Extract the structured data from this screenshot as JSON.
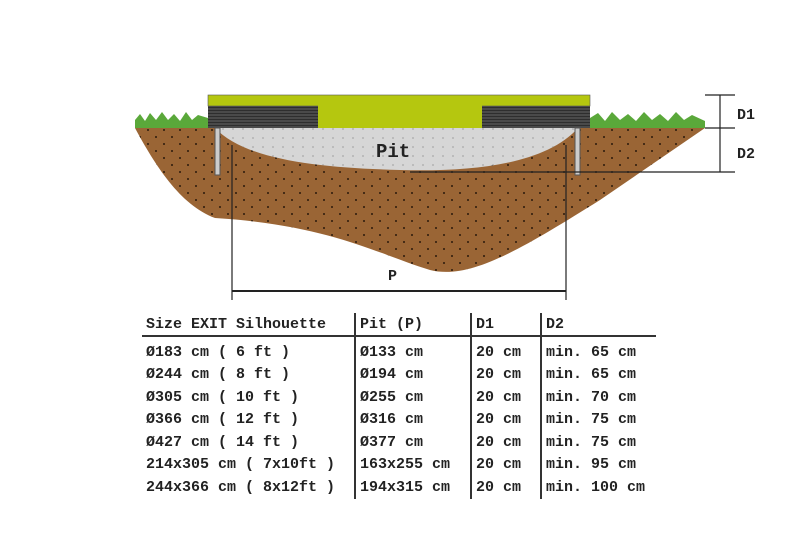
{
  "diagram": {
    "pit_label": "Pit",
    "p_label": "P",
    "d1_label": "D1",
    "d2_label": "D2",
    "colors": {
      "soil": "#9a6535",
      "pit": "#d6d6d6",
      "grass": "#5aa83a",
      "mat": "#b5c70f",
      "frame": "#444444"
    }
  },
  "table": {
    "headers": [
      "Size EXIT Silhouette",
      "Pit (P)",
      "D1",
      "D2"
    ],
    "rows": [
      [
        "Ø183 cm ( 6 ft )",
        "Ø133 cm",
        "20 cm",
        "min. 65 cm"
      ],
      [
        "Ø244 cm (  8 ft )",
        "Ø194 cm",
        "20 cm",
        "min. 65 cm"
      ],
      [
        "Ø305 cm ( 10 ft )",
        "Ø255 cm",
        "20 cm",
        "min. 70 cm"
      ],
      [
        "Ø366 cm ( 12 ft )",
        "Ø316 cm",
        "20 cm",
        "min. 75 cm"
      ],
      [
        "Ø427 cm ( 14 ft )",
        "Ø377 cm",
        "20 cm",
        "min. 75 cm"
      ],
      [
        "214x305 cm ( 7x10ft )",
        "163x255 cm",
        "20 cm",
        "min. 95 cm"
      ],
      [
        "244x366 cm ( 8x12ft )",
        "194x315 cm",
        "20 cm",
        "min. 100 cm"
      ]
    ]
  }
}
